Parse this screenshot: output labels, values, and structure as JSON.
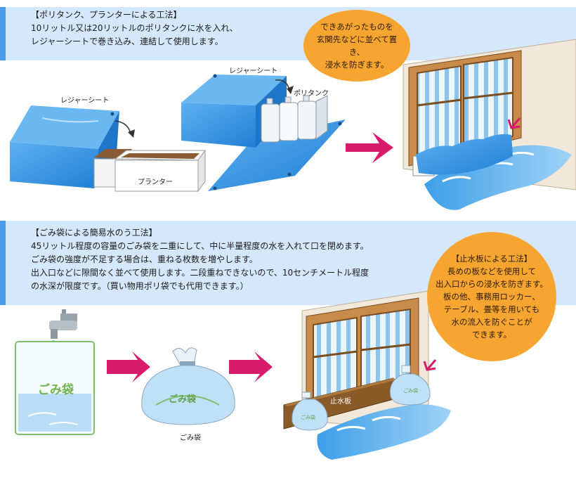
{
  "section1": {
    "heading": "【ポリタンク、プランターによる工法】",
    "lines": [
      "10リットル又は20リットルのポリタンクに水を入れ、",
      "レジャーシートで巻き込み、連結して使用します。"
    ],
    "bubble_lines": [
      "できあがったものを",
      "玄関先などに並べて置き、",
      "浸水を防ぎます。"
    ],
    "label_sheet_left": "レジャーシート",
    "label_planter": "プランター",
    "label_sheet_right": "レジャーシート",
    "label_polytank": "ポリタンク"
  },
  "section2": {
    "heading": "【ごみ袋による簡易水のう工法】",
    "lines": [
      "45リットル程度の容量のごみ袋を二重にして、中に半量程度の水を入れて口を閉めます。",
      "ごみ袋の強度が不足する場合は、重ねる枚数を増やします。",
      "出入口などに隙間なく並べて使用します。二段重ねできないので、10センチメートル程度",
      "の水深が限度です。（買い物用ポリ袋でも代用できます。）"
    ],
    "bubble_lines": [
      "【止水板による工法】",
      "長めの板などを使用して",
      "出入口からの浸水を防ぎます。",
      "板の他、事務用ロッカー、",
      "テーブル、畳等を用いても",
      "水の流入を防ぐことが",
      "できます。"
    ],
    "bag_text_1": "ごみ袋",
    "bag_text_2": "ごみ袋",
    "label_bag": "ごみ袋",
    "board_label": "止水板",
    "small_bag_text_1": "ごみ袋",
    "small_bag_text_2": "ごみ袋"
  },
  "colors": {
    "band": "#d5e7fa",
    "band_accent": "#4a9be8",
    "bubble": "#f7a531",
    "arrow": "#d81b6b",
    "sheet_blue": "#2f8fe0",
    "water": "#4aa8ec",
    "wall": "#efe6d8",
    "frame_brown": "#b47a3c",
    "board_brown": "#8a5a28",
    "bag_green": "#7cc06a"
  }
}
